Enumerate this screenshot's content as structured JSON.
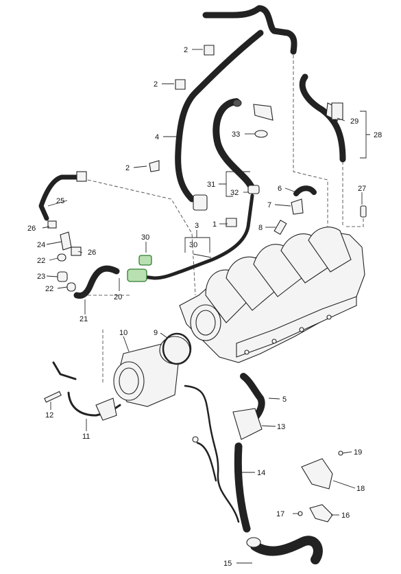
{
  "callouts": [
    {
      "id": "c2a",
      "text": "2"
    },
    {
      "id": "c2b",
      "text": "2"
    },
    {
      "id": "c2c",
      "text": "2"
    },
    {
      "id": "c4",
      "text": "4"
    },
    {
      "id": "c33",
      "text": "33"
    },
    {
      "id": "c29",
      "text": "29"
    },
    {
      "id": "c28",
      "text": "28"
    },
    {
      "id": "c31",
      "text": "31"
    },
    {
      "id": "c32",
      "text": "32"
    },
    {
      "id": "c6",
      "text": "6"
    },
    {
      "id": "c27",
      "text": "27"
    },
    {
      "id": "c7",
      "text": "7"
    },
    {
      "id": "c25",
      "text": "25"
    },
    {
      "id": "c3",
      "text": "3"
    },
    {
      "id": "c1",
      "text": "1"
    },
    {
      "id": "c8",
      "text": "8"
    },
    {
      "id": "c26a",
      "text": "26"
    },
    {
      "id": "c30a",
      "text": "30"
    },
    {
      "id": "c30b",
      "text": "30"
    },
    {
      "id": "c24",
      "text": "24"
    },
    {
      "id": "c26b",
      "text": "26"
    },
    {
      "id": "c22a",
      "text": "22"
    },
    {
      "id": "c23",
      "text": "23"
    },
    {
      "id": "c22b",
      "text": "22"
    },
    {
      "id": "c20",
      "text": "20"
    },
    {
      "id": "c21",
      "text": "21"
    },
    {
      "id": "c10",
      "text": "10"
    },
    {
      "id": "c9",
      "text": "9"
    },
    {
      "id": "c12",
      "text": "12"
    },
    {
      "id": "c11",
      "text": "11"
    },
    {
      "id": "c5",
      "text": "5"
    },
    {
      "id": "c13",
      "text": "13"
    },
    {
      "id": "c19",
      "text": "19"
    },
    {
      "id": "c14",
      "text": "14"
    },
    {
      "id": "c18",
      "text": "18"
    },
    {
      "id": "c17",
      "text": "17"
    },
    {
      "id": "c16",
      "text": "16"
    },
    {
      "id": "c15",
      "text": "15"
    }
  ],
  "colors": {
    "line": "#222222",
    "highlight": "#2e7d32",
    "highlight_light": "#b9e0b0",
    "paper": "#ffffff"
  },
  "highlighted_parts": [
    "30"
  ]
}
